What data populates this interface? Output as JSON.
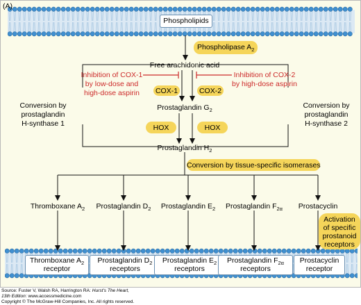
{
  "panel_label": "(A)",
  "phospholipids": "Phospholipids",
  "phospholipase": {
    "main": "Phospholipase A",
    "sub": "2"
  },
  "free_aa": "Free arachidonic acid",
  "inhibit_cox1": [
    "Inhibition of COX-1",
    "by low-dose and",
    "high-dose aspirin"
  ],
  "inhibit_cox2": [
    "Inhibition of COX-2",
    "by high-dose aspirin"
  ],
  "cox1": "COX-1",
  "cox2": "COX-2",
  "conv1": [
    "Conversion by",
    "prostaglandin",
    "H-synthase 1"
  ],
  "conv2": [
    "Conversion by",
    "prostaglandin",
    "H-synthase 2"
  ],
  "pgg2": {
    "main": "Prostaglandin G",
    "sub": "2"
  },
  "hox": "HOX",
  "pgh2": {
    "main": "Prostaglandin H",
    "sub": "2"
  },
  "isomerases": "Conversion by tissue-specific isomerases",
  "products": [
    {
      "main": "Thromboxane A",
      "sub": "2"
    },
    {
      "main": "Prostaglandin D",
      "sub": "2"
    },
    {
      "main": "Prostaglandin E",
      "sub": "2"
    },
    {
      "main": "Prostaglandin F",
      "sub": "2α"
    },
    {
      "main": "Prostacyclin",
      "sub": ""
    }
  ],
  "activation": [
    "Activation",
    "of specific",
    "prostanoid",
    "receptors"
  ],
  "receptors": [
    {
      "line1": "Thromboxane A",
      "sub": "2",
      "line2": "receptor"
    },
    {
      "line1": "Prostaglandin D",
      "sub": "2",
      "line2": "receptors"
    },
    {
      "line1": "Prostaglandin E",
      "sub": "2",
      "line2": "receptors"
    },
    {
      "line1": "Prostaglandin F",
      "sub": "2α",
      "line2": "receptors"
    },
    {
      "line1": "Prostacyclin",
      "sub": "",
      "line2": "receptor"
    }
  ],
  "footer": {
    "source_prefix": "Source: Fuster V, Walsh RA, Harrington RA: ",
    "source_title": "Hurst's The Heart,",
    "edition": "13th Edition",
    "url": ": www.accessmedicine.com",
    "copyright": "Copyright © The McGraw-Hill Companies, Inc. All rights reserved."
  },
  "colors": {
    "highlight": "#f5d55a",
    "inhibit": "#cc2a2a",
    "membrane_head": "#3f8fd0",
    "membrane_tail": "#a9c8e2",
    "background": "#fbfbe9"
  }
}
